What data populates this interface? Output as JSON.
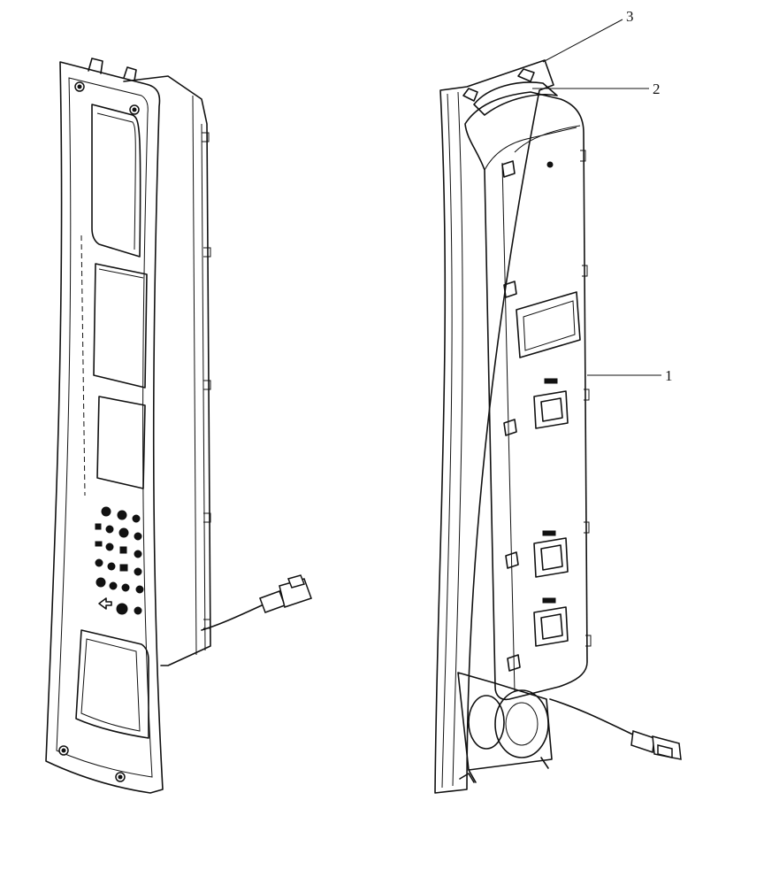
{
  "figure": {
    "views": [
      "front-view",
      "rear-view"
    ],
    "callouts": [
      {
        "id": "callout-1",
        "label": "1"
      },
      {
        "id": "callout-2",
        "label": "2"
      },
      {
        "id": "callout-3",
        "label": "3"
      }
    ]
  },
  "colors": {
    "line": "#111111",
    "background": "#ffffff"
  }
}
